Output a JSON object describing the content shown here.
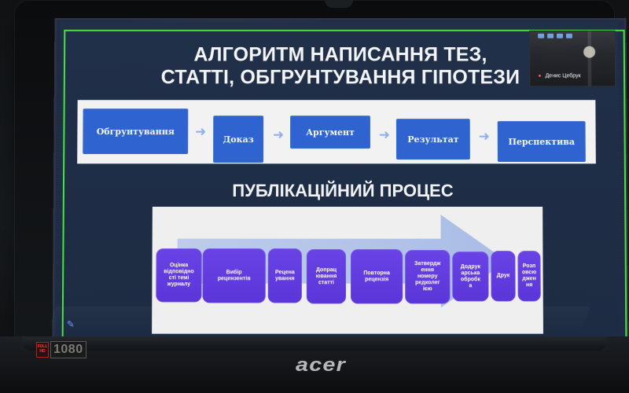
{
  "slide": {
    "title": "АЛГОРИТМ НАПИСАННЯ ТЕЗ, СТАТТІ,\nОБГРУНТУВАННЯ ГІПОТЕЗИ",
    "subtitle": "ПУБЛІКАЦІЙНИЙ ПРОЦЕС",
    "algorithm_steps": [
      {
        "label": "Обгрунтування"
      },
      {
        "label": "Доказ"
      },
      {
        "label": "Аргумент"
      },
      {
        "label": "Результат"
      },
      {
        "label": "Перспектива"
      }
    ],
    "publication_steps": [
      {
        "label": "Оцінка\nвідповідно\nсті темі\nжурналу"
      },
      {
        "label": "Вибір\nрецензентів"
      },
      {
        "label": "Рецена\nування"
      },
      {
        "label": "Допрац\nювання\nстатті"
      },
      {
        "label": "Повторна\nрецензія"
      },
      {
        "label": "Затвердж\nення\nномеру\nредколег\nією"
      },
      {
        "label": "Додрук\nарська\nобробк\nа"
      },
      {
        "label": "Друк"
      },
      {
        "label": "Розп\nовсю\nджен\nня"
      }
    ]
  },
  "participant": {
    "name": "Денис Цебрук"
  },
  "laptop": {
    "hd_small": "FULL\nHD",
    "hd_value": "1080",
    "brand": "acer"
  },
  "icons": {
    "flow_arrow": "flow-arrow-icon",
    "edit": "pencil-icon",
    "mic": "mic-icon",
    "camera": "camera-icon"
  },
  "colors": {
    "screen_bg": "#1f2a44",
    "border_green": "#4ae23e",
    "flow_blue": "#2f63cf",
    "process_purple": "#5a35d8",
    "arrow_fill": "#adc0e8",
    "brand_red": "#ff3d2f"
  }
}
